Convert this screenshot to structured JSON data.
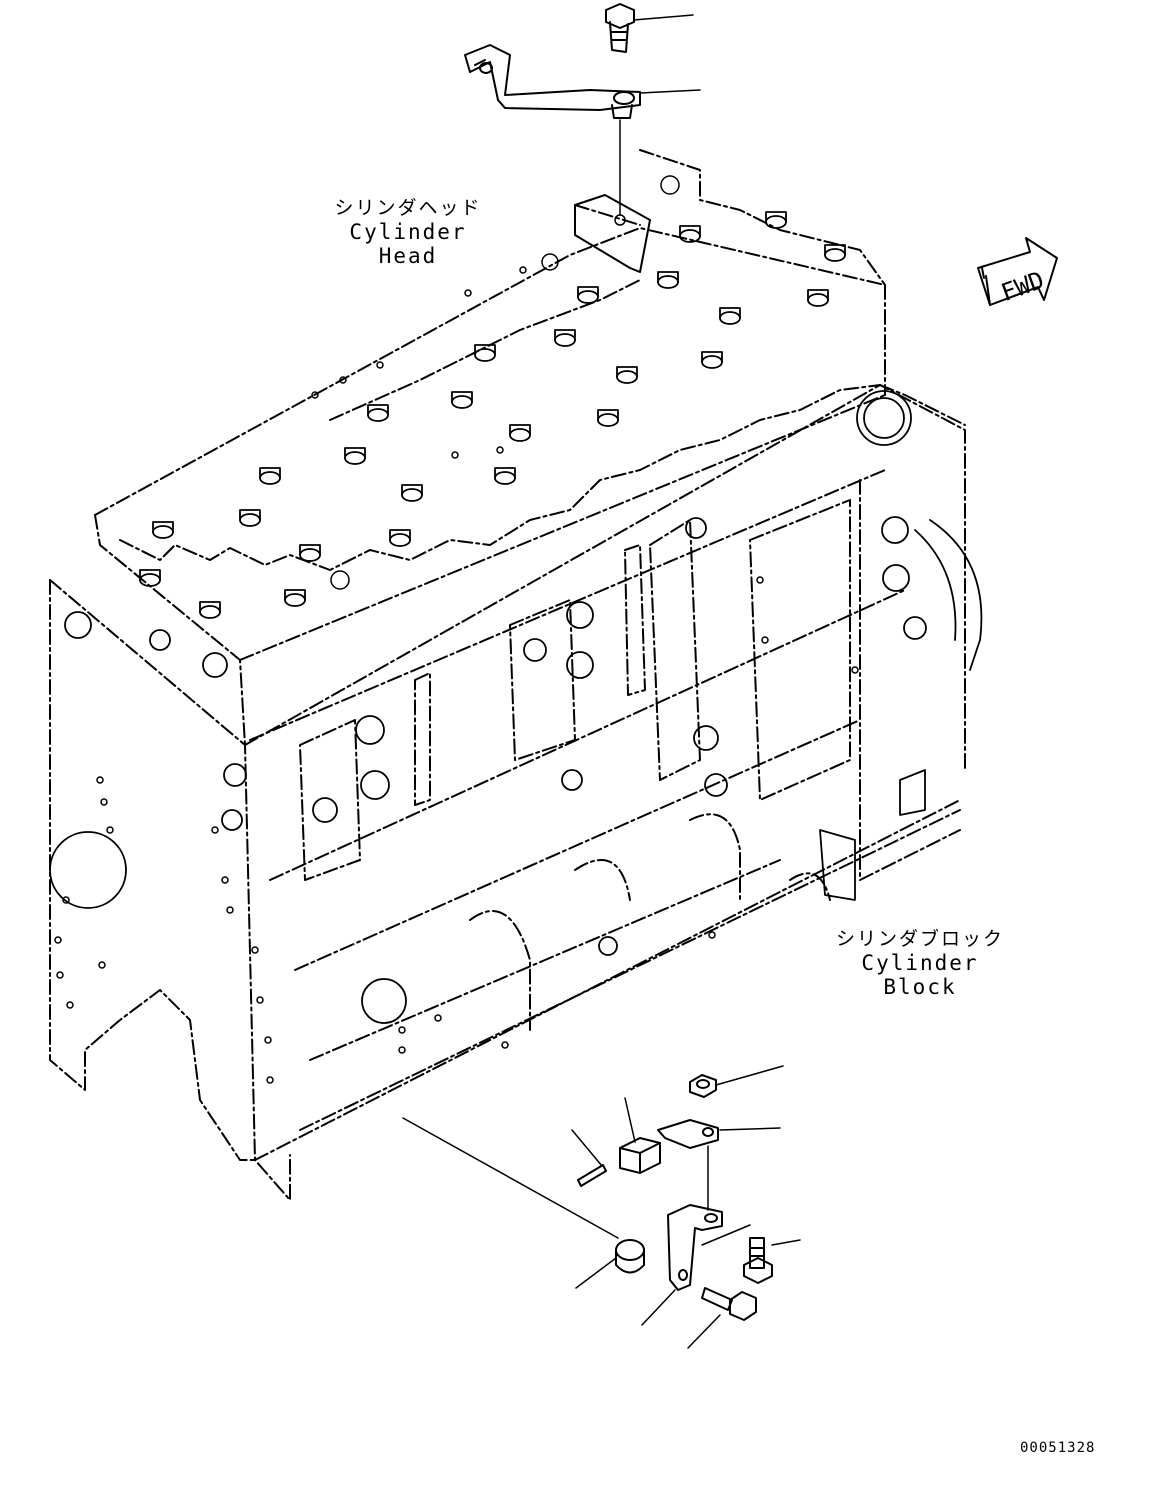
{
  "labels": {
    "cylinder_head_jp": "シリンダヘッド",
    "cylinder_head_en": "Cylinder Head",
    "cylinder_block_jp": "シリンダブロック",
    "cylinder_block_en": "Cylinder Block",
    "fwd": "FWD"
  },
  "drawing_number": "00051328"
}
